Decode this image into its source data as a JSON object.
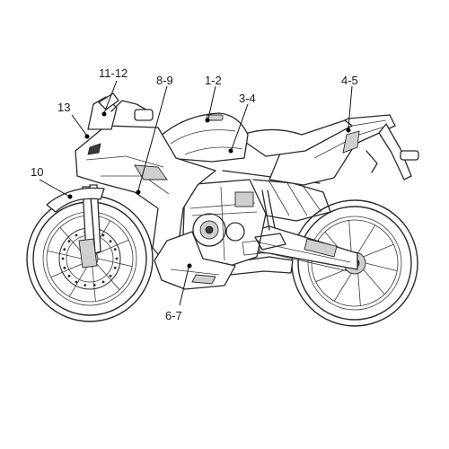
{
  "callouts": [
    {
      "id": "11-12",
      "label": "11-12"
    },
    {
      "id": "8-9",
      "label": "8-9"
    },
    {
      "id": "1-2",
      "label": "1-2"
    },
    {
      "id": "4-5",
      "label": "4-5"
    },
    {
      "id": "13",
      "label": "13"
    },
    {
      "id": "3-4",
      "label": "3-4"
    },
    {
      "id": "10",
      "label": "10"
    },
    {
      "id": "6-7",
      "label": "6-7"
    }
  ]
}
